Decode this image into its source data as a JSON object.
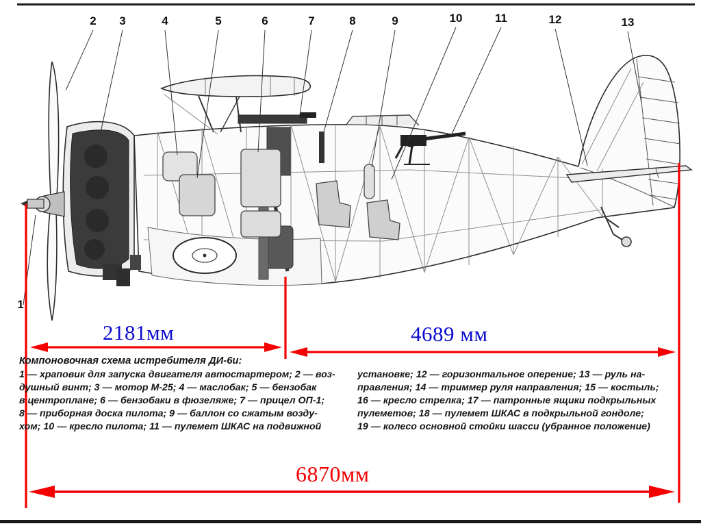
{
  "callouts": {
    "labels": [
      "1",
      "2",
      "3",
      "4",
      "5",
      "6",
      "7",
      "8",
      "9",
      "10",
      "11",
      "12",
      "13"
    ]
  },
  "dimensions": {
    "front": "2181мм",
    "rear": "4689 мм",
    "total": "6870мм"
  },
  "legend": {
    "title": "Компоновочная схема истребителя ДИ-6и:",
    "left": [
      "1 — храповик для запуска двигателя автостартером; 2 — воз-",
      "душный винт; 3 — мотор М-25; 4 — маслобак; 5 — бензобак",
      "в центроплане; 6 — бензобаки в фюзеляже; 7 — прицел ОП-1;",
      "8 — приборная доска пилота; 9 — баллон со сжатым возду-",
      "хом; 10 — кресло пилота; 11 — пулемет ШКАС на подвижной"
    ],
    "right": [
      "установке; 12 — горизонтальное оперение; 13 — руль на-",
      "правления; 14 — триммер руля направления; 15 — костыль;",
      "16 — кресло стрелка; 17 — патронные ящики подкрыльных",
      "пулеметов; 18 — пулемет ШКАС в подкрыльной гондоле;",
      "19 — колесо основной стойки шасси (убранное положение)"
    ]
  },
  "colors": {
    "dimension_red": "#f40000",
    "dimension_blue": "#0b0bd0",
    "ink": "#1a1a1a"
  }
}
